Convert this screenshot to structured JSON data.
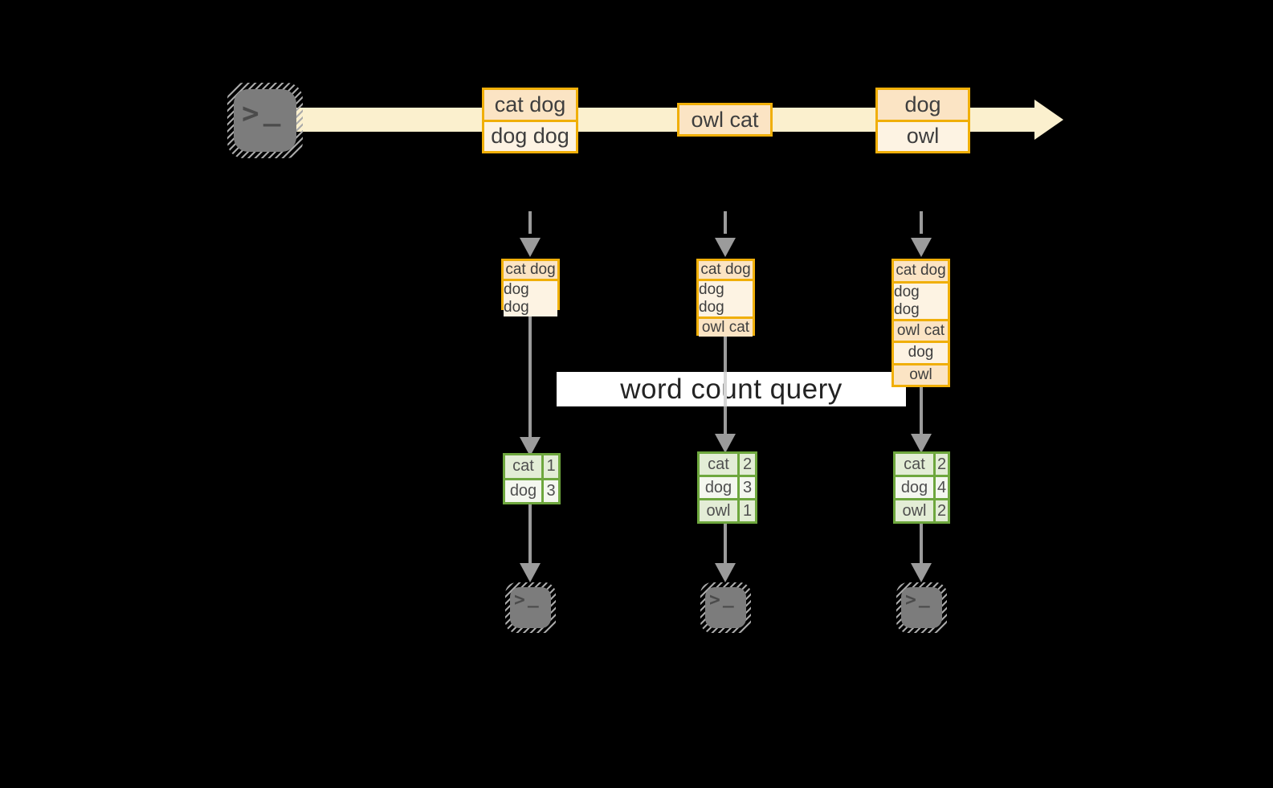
{
  "banner": {
    "label": "word count query"
  },
  "icons": {
    "prompt": ">",
    "cursor": "_"
  },
  "stream_boxes": [
    {
      "rows": [
        "cat dog",
        "dog dog"
      ]
    },
    {
      "rows": [
        "owl cat"
      ]
    },
    {
      "rows": [
        "dog",
        "owl"
      ]
    }
  ],
  "columns": [
    {
      "stack": [
        "cat dog",
        "dog dog"
      ],
      "table": [
        {
          "word": "cat",
          "count": "1"
        },
        {
          "word": "dog",
          "count": "3"
        }
      ]
    },
    {
      "stack": [
        "cat dog",
        "dog dog",
        "owl cat"
      ],
      "table": [
        {
          "word": "cat",
          "count": "2"
        },
        {
          "word": "dog",
          "count": "3"
        },
        {
          "word": "owl",
          "count": "1"
        }
      ]
    },
    {
      "stack": [
        "cat dog",
        "dog dog",
        "owl cat",
        "dog",
        "owl"
      ],
      "table": [
        {
          "word": "cat",
          "count": "2"
        },
        {
          "word": "dog",
          "count": "4"
        },
        {
          "word": "owl",
          "count": "2"
        }
      ]
    }
  ],
  "colors": {
    "background": "#000000",
    "stream_band": "#FBF0CE",
    "box_border_orange": "#F0AF09",
    "box_fill_peach": "#FBE4C4",
    "box_fill_cream": "#FDF3E3",
    "table_border_green": "#6EA73E",
    "table_cell_green": "#E3EDD6",
    "table_cell_white": "#F4F7EF",
    "arrow_gray": "#9B9B9B",
    "terminal_gray": "#7C7C7C",
    "banner_bg": "#FFFFFF"
  }
}
